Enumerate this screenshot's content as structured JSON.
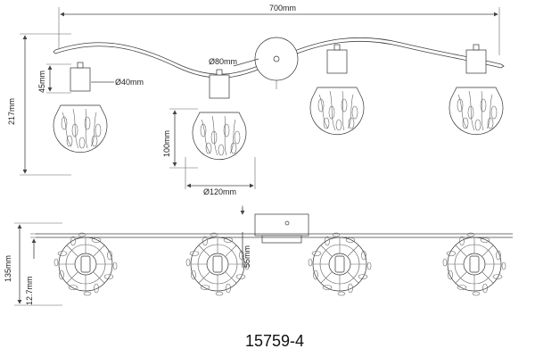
{
  "dimensions": {
    "total_width": "700mm",
    "total_height": "217mm",
    "base_diameter": "Ø80mm",
    "socket_height": "45mm",
    "socket_diameter": "Ø40mm",
    "shade_height": "100mm",
    "shade_diameter": "Ø120mm",
    "depth": "135mm",
    "rail_thickness": "12.7mm",
    "base_depth": "55mm"
  },
  "model_number": "15759-4",
  "colors": {
    "line": "#444444",
    "text": "#222222"
  }
}
